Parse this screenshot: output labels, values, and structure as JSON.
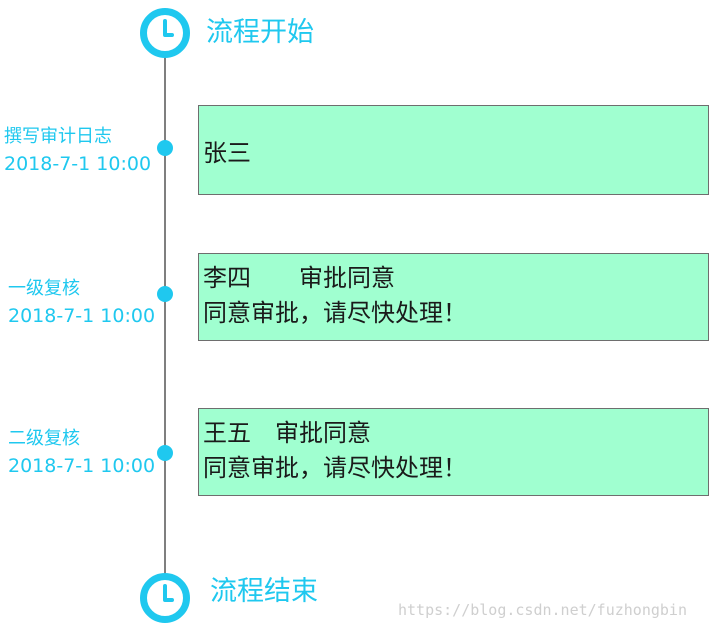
{
  "start_title": "流程开始",
  "end_title": "流程结束",
  "colors": {
    "accent": "#1fc8ef",
    "line": "#7f7f7f",
    "box_fill": "#a0ffd0",
    "box_border": "#6e6e6e"
  },
  "steps": [
    {
      "label": "撰写审计日志",
      "date": "2018-7-1 10:00",
      "lines": [
        "张三"
      ]
    },
    {
      "label": "一级复核",
      "date": "2018-7-1 10:00",
      "lines": [
        "李四　　审批同意",
        "同意审批，请尽快处理！"
      ]
    },
    {
      "label": "二级复核",
      "date": "2018-7-1 10:00",
      "lines": [
        "王五　审批同意",
        "同意审批，请尽快处理！"
      ]
    }
  ],
  "icons": {
    "start": "clock-icon",
    "end": "clock-icon"
  },
  "watermark": "https://blog.csdn.net/fuzhongbin"
}
